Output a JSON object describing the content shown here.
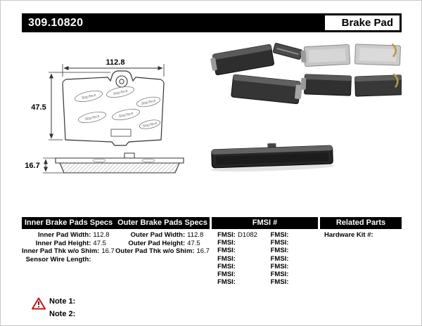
{
  "header": {
    "part_number": "309.10820",
    "product_type": "Brake Pad"
  },
  "diagram": {
    "brand": "StopTech",
    "width_label": "112.8",
    "height_label": "47.5",
    "thickness_label": "16.7"
  },
  "table": {
    "inner": {
      "header": "Inner Brake Pads Specs",
      "rows": [
        {
          "label": "Inner Pad Width:",
          "value": "112.8"
        },
        {
          "label": "Inner Pad Height:",
          "value": "47.5"
        },
        {
          "label": "Inner Pad Thk w/o Shim:",
          "value": "16.7"
        },
        {
          "label": "Sensor Wire Length:",
          "value": ""
        }
      ]
    },
    "outer": {
      "header": "Outer Brake Pads Specs",
      "rows": [
        {
          "label": "Outer Pad Width:",
          "value": "112.8"
        },
        {
          "label": "Outer Pad Height:",
          "value": "47.5"
        },
        {
          "label": "Outer Pad Thk w/o Shim:",
          "value": "16.7"
        }
      ]
    },
    "fmsi": {
      "header": "FMSI #",
      "left": [
        {
          "label": "FMSI:",
          "value": "D1082"
        },
        {
          "label": "FMSI:",
          "value": ""
        },
        {
          "label": "FMSI:",
          "value": ""
        },
        {
          "label": "FMSI:",
          "value": ""
        },
        {
          "label": "FMSI:",
          "value": ""
        },
        {
          "label": "FMSI:",
          "value": ""
        },
        {
          "label": "FMSI:",
          "value": ""
        }
      ],
      "right": [
        {
          "label": "FMSI:",
          "value": ""
        },
        {
          "label": "FMSI:",
          "value": ""
        },
        {
          "label": "FMSI:",
          "value": ""
        },
        {
          "label": "FMSI:",
          "value": ""
        },
        {
          "label": "FMSI:",
          "value": ""
        },
        {
          "label": "FMSI:",
          "value": ""
        },
        {
          "label": "FMSI:",
          "value": ""
        }
      ]
    },
    "related": {
      "header": "Related Parts",
      "rows": [
        {
          "label": "Hardware Kit #:",
          "value": ""
        }
      ]
    }
  },
  "notes": {
    "items": [
      {
        "label": "Note 1:"
      },
      {
        "label": "Note 2:"
      }
    ]
  }
}
